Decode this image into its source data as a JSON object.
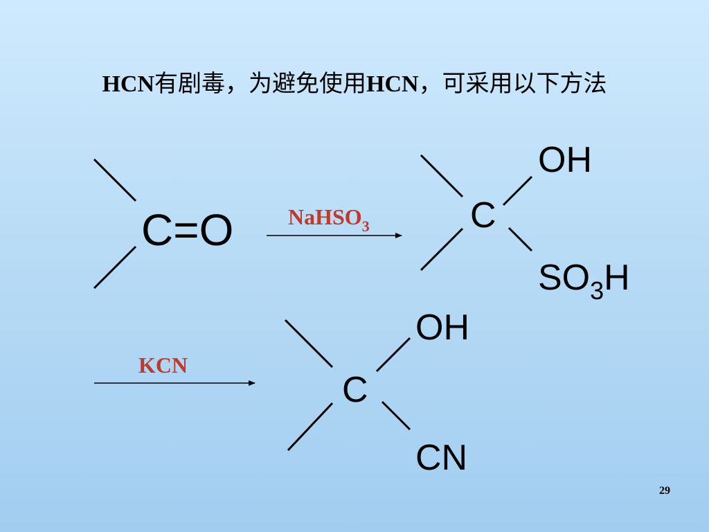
{
  "slide": {
    "title": {
      "t1": "HCN",
      "t2": "有剧毒，为避免使用",
      "t3": "HCN",
      "t4": "，可采用以下方法"
    },
    "page_number": "29"
  },
  "reactant": {
    "carbon": "C",
    "bond": "=",
    "oxygen": "O"
  },
  "reaction1": {
    "reagent_main": "NaHSO",
    "reagent_sub": "3",
    "product": {
      "carbon": "C",
      "group_top": "OH",
      "group_bottom_main": "SO",
      "group_bottom_sub": "3",
      "group_bottom_end": "H"
    }
  },
  "reaction2": {
    "reagent": "KCN",
    "product": {
      "carbon": "C",
      "group_top": "OH",
      "group_bottom": "CN"
    }
  },
  "colors": {
    "reagent": "#c0392b",
    "line": "#000000"
  }
}
